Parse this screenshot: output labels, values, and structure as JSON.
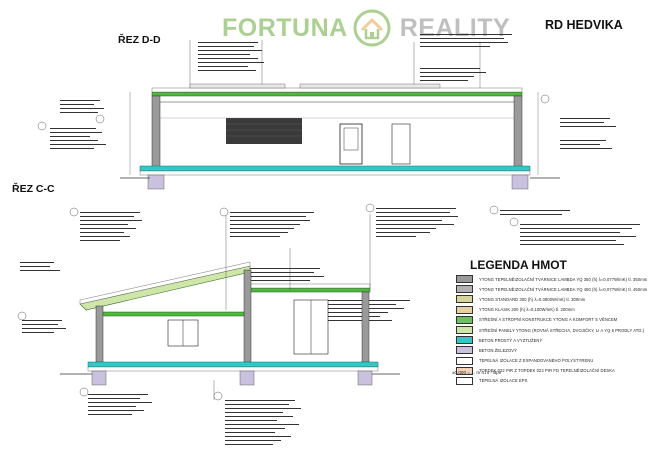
{
  "header": {
    "logo_left": "FORTUNA",
    "logo_right": "REALITY",
    "title": "RD HEDVIKA"
  },
  "sections": {
    "d": "ŘEZ D-D",
    "c": "ŘEZ C-C"
  },
  "legend": {
    "title": "LEGENDA HMOT",
    "items": [
      {
        "label": "YTONG TEPELNĚIZOLAČNÍ TVÁRNICE LAMBDA YQ 350 (h) λ=0,077W/mK) tl. 350mm",
        "color": "#9a9a9a"
      },
      {
        "label": "YTONG TEPELNĚIZOLAČNÍ TVÁRNICE LAMBDA YQ 450 (h) λ=0,077W/mK) tl. 450mm",
        "color": "#b3b3b3"
      },
      {
        "label": "YTONG STANDARD 300 (h) λ=0,0900W/mK) tl. 300mm",
        "color": "#d8d59a"
      },
      {
        "label": "YTONG KLASIK 200 (h) λ=0,100W/mK) tl. 200mm",
        "color": "#e6d0a4"
      },
      {
        "label": "STŘEŠNÍ A STROPNÍ KONSTRUKCE YTONG A KOMFORT S VĚNCEM",
        "color": "#6fbf63"
      },
      {
        "label": "STŘEŠNÍ PANELY YTONG (ROVNÁ STŘECHA, DVOJIČKY, LI A YQ 6 PRODLY ATD.)",
        "color": "#cfe6a8"
      },
      {
        "label": "BETON PROSTÝ A VYZTUŽENÝ",
        "color": "#35c7c7"
      },
      {
        "label": "BETON ŽELEZOVÝ",
        "color": "#c9c1de"
      },
      {
        "label": "TEPELNÁ IZOLACE Z EXPANDOVANÉHO POLYSTYRENU",
        "color": "#ffffff"
      },
      {
        "label": "TOPDEK 022 PIR Z TOPDEK 022 PIR FD TEPELNĚIZOLAČNÍ DESKA",
        "color": "#f2d2b8"
      },
      {
        "label": "TEPELNÁ IZOLACE EPS",
        "color": "#ffffff"
      }
    ]
  },
  "scale_note": "±0,000 = ... m n.m - Bpv",
  "colors": {
    "slab": "#4fb63f",
    "wall": "#9a9a9a",
    "concrete": "#35c7c7",
    "logo_green": "#6aa83a",
    "logo_orange": "#e8a33d"
  },
  "icons": {
    "logo": "house-leaf-logo-icon"
  }
}
